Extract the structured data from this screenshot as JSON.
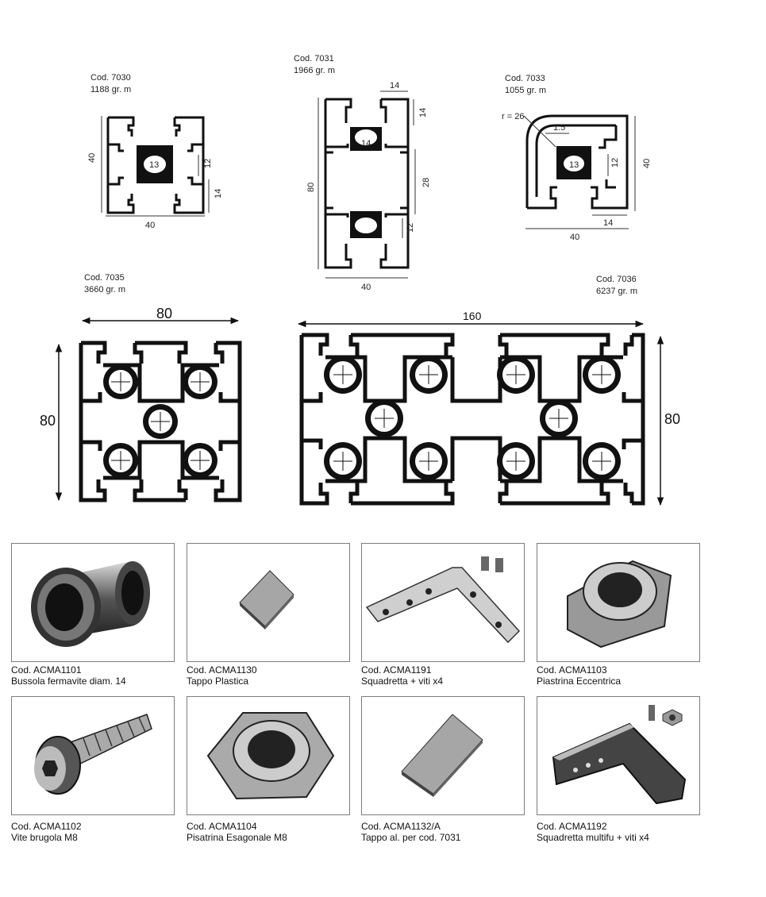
{
  "profiles": [
    {
      "code": "Cod. 7030",
      "weight": "1188 gr. m",
      "dims": [
        "40",
        "40",
        "13",
        "12",
        "14"
      ]
    },
    {
      "code": "Cod. 7031",
      "weight": "1966 gr. m",
      "dims": [
        "14",
        "14",
        "14",
        "80",
        "28",
        "12",
        "40"
      ]
    },
    {
      "code": "Cod. 7033",
      "weight": "1055 gr. m",
      "dims": [
        "r = 26",
        "1.5",
        "13",
        "12",
        "40",
        "14",
        "40"
      ]
    },
    {
      "code": "Cod. 7035",
      "weight": "3660 gr. m",
      "dims": [
        "80",
        "80"
      ]
    },
    {
      "code": "Cod. 7036",
      "weight": "6237 gr. m",
      "dims": [
        "160",
        "80"
      ]
    }
  ],
  "accessories": [
    {
      "code": "Cod. ACMA1101",
      "name": "Bussola fermavite diam. 14",
      "icon": "threaded-bushing-photo"
    },
    {
      "code": "Cod. ACMA1130",
      "name": "Tappo Plastica",
      "icon": "plastic-cap-photo"
    },
    {
      "code": "Cod. ACMA1191",
      "name": "Squadretta + viti x4",
      "icon": "flat-corner-bracket-photo"
    },
    {
      "code": "Cod. ACMA1103",
      "name": "Piastrina Eccentrica",
      "icon": "eccentric-plate-photo"
    },
    {
      "code": "Cod. ACMA1102",
      "name": "Vite brugola M8",
      "icon": "socket-screw-photo"
    },
    {
      "code": "Cod. ACMA1104",
      "name": "Pisatrina Esagonale M8",
      "icon": "hex-plate-photo"
    },
    {
      "code": "Cod. ACMA1132/A",
      "name": "Tappo al. per cod. 7031",
      "icon": "aluminium-cap-photo"
    },
    {
      "code": "Cod. ACMA1192",
      "name": "Squadretta multifu + viti x4",
      "icon": "multi-bracket-photo"
    }
  ],
  "colors": {
    "profile": "#111111",
    "cap_fill": "#a6a6a6",
    "card_border": "#7d7d7d"
  }
}
